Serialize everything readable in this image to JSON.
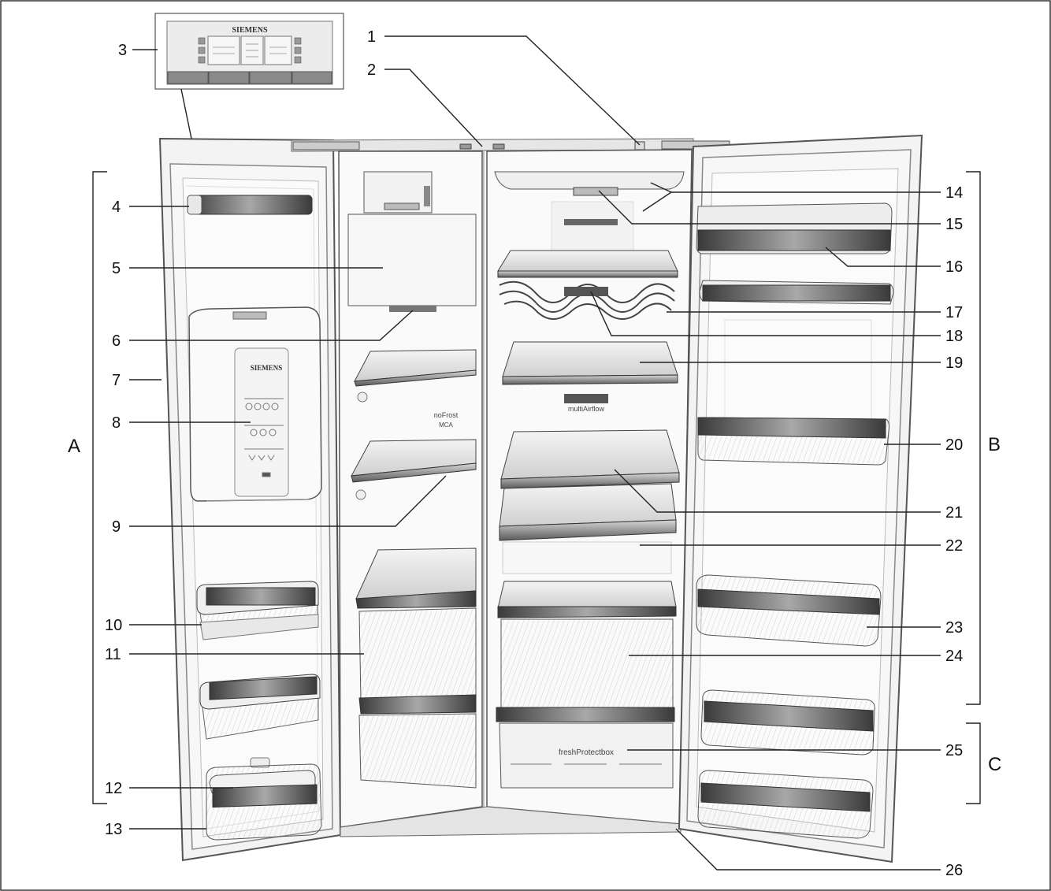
{
  "brand": "SIEMENS",
  "panel_buttons": [
    "",
    "",
    "",
    ""
  ],
  "labels": {
    "nofrost": "noFrost",
    "nofrost_sub": "MCA",
    "multiairflow": "multiAirflow",
    "freshprotect": "freshProtectbox"
  },
  "callouts": {
    "left": [
      "3",
      "4",
      "5",
      "6",
      "7",
      "8",
      "9",
      "10",
      "11",
      "12",
      "13"
    ],
    "top": [
      "1",
      "2"
    ],
    "right": [
      "14",
      "15",
      "16",
      "17",
      "18",
      "19",
      "20",
      "21",
      "22",
      "23",
      "24",
      "25",
      "26"
    ]
  },
  "groups": [
    "A",
    "B",
    "C"
  ]
}
